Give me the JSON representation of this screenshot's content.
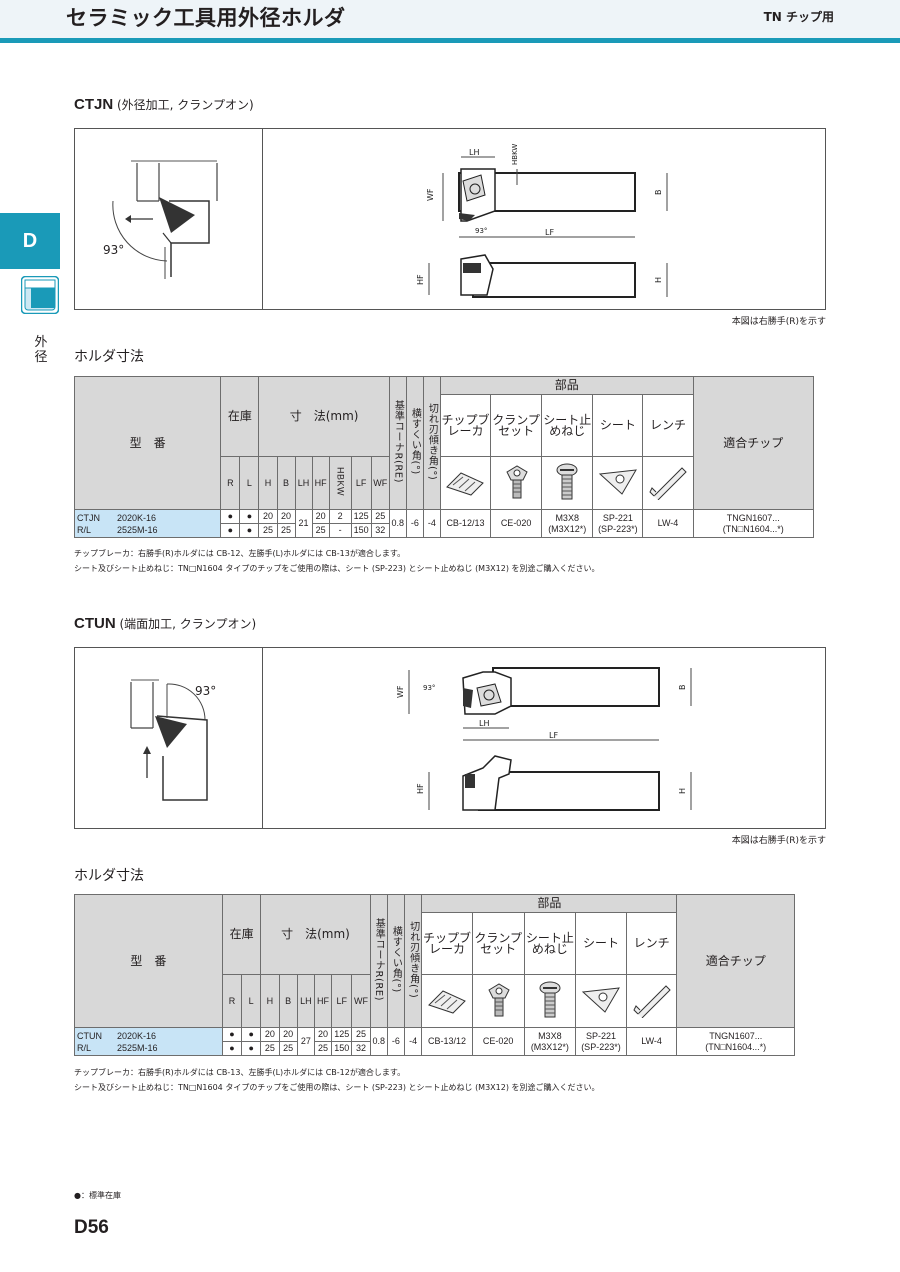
{
  "header": {
    "title": "セラミック工具用外径ホルダ",
    "right": "TN チップ用"
  },
  "side": {
    "tab": "D",
    "vertical": [
      "外",
      "径"
    ]
  },
  "section1": {
    "code": "CTJN",
    "desc": "(外径加工, クランプオン)",
    "angle": "93°",
    "dims": {
      "lh": "LH",
      "hbkw": "HBKW",
      "wf": "WF",
      "b": "B",
      "lf": "LF",
      "hf": "HF",
      "h": "H",
      "angle": "93°"
    },
    "note": "本図は右勝手(R)を示す",
    "table_title": "ホルダ寸法",
    "headers": {
      "model": "型　番",
      "stock": "在庫",
      "dims": "寸　法(mm)",
      "re": "基準コーナR(RE)",
      "rake": "横すくい角(°)",
      "incl": "切れ刃傾き角(°)",
      "parts": "部品",
      "chipbreaker": "チップブレーカ",
      "clamp": "クランプセット",
      "screw": "シート止めねじ",
      "seat": "シート",
      "wrench": "レンチ",
      "insert": "適合チップ"
    },
    "cols": [
      "R",
      "L",
      "H",
      "B",
      "LH",
      "HF",
      "HBKW",
      "LF",
      "WF"
    ],
    "prefix": "CTJN R/L",
    "rows": [
      {
        "suffix": "2020K-16",
        "R": "●",
        "L": "●",
        "H": "20",
        "B": "20",
        "HF": "20",
        "HBKW": "2",
        "LF": "125",
        "WF": "25"
      },
      {
        "suffix": "2525M-16",
        "R": "●",
        "L": "●",
        "H": "25",
        "B": "25",
        "HF": "25",
        "HBKW": "-",
        "LF": "150",
        "WF": "32"
      }
    ],
    "shared": {
      "LH": "21",
      "RE": "0.8",
      "rake": "-6",
      "incl": "-4",
      "chipbreaker": "CB-12/13",
      "clamp": "CE-020",
      "screw": [
        "M3X8",
        "(M3X12*)"
      ],
      "seat": [
        "SP-221",
        "(SP-223*)"
      ],
      "wrench": "LW-4",
      "insert": [
        "TNGN1607...",
        "(TN□N1604...*)"
      ]
    },
    "notes": [
      "チップブレーカ：右勝手(R)ホルダには CB-12、左勝手(L)ホルダには CB-13が適合します。",
      "シート及びシート止めねじ：TN□N1604 タイプのチップをご使用の際は、シート (SP-223) とシート止めねじ (M3X12) を別途ご購入ください。"
    ]
  },
  "section2": {
    "code": "CTUN",
    "desc": "(端面加工, クランプオン)",
    "angle": "93°",
    "dims": {
      "wf": "WF",
      "angle": "93°",
      "b": "B",
      "lh": "LH",
      "lf": "LF",
      "hf": "HF",
      "h": "H"
    },
    "note": "本図は右勝手(R)を示す",
    "table_title": "ホルダ寸法",
    "headers": {
      "model": "型　番",
      "stock": "在庫",
      "dims": "寸　法(mm)",
      "re": "基準コーナR(RE)",
      "rake": "横すくい角(°)",
      "incl": "切れ刃傾き角(°)",
      "parts": "部品",
      "chipbreaker": "チップブレーカ",
      "clamp": "クランプセット",
      "screw": "シート止めねじ",
      "seat": "シート",
      "wrench": "レンチ",
      "insert": "適合チップ"
    },
    "cols": [
      "R",
      "L",
      "H",
      "B",
      "LH",
      "HF",
      "LF",
      "WF"
    ],
    "prefix": "CTUN R/L",
    "rows": [
      {
        "suffix": "2020K-16",
        "R": "●",
        "L": "●",
        "H": "20",
        "B": "20",
        "HF": "20",
        "LF": "125",
        "WF": "25"
      },
      {
        "suffix": "2525M-16",
        "R": "●",
        "L": "●",
        "H": "25",
        "B": "25",
        "HF": "25",
        "LF": "150",
        "WF": "32"
      }
    ],
    "shared": {
      "LH": "27",
      "RE": "0.8",
      "rake": "-6",
      "incl": "-4",
      "chipbreaker": "CB-13/12",
      "clamp": "CE-020",
      "screw": [
        "M3X8",
        "(M3X12*)"
      ],
      "seat": [
        "SP-221",
        "(SP-223*)"
      ],
      "wrench": "LW-4",
      "insert": [
        "TNGN1607...",
        "(TN□N1604...*)"
      ]
    },
    "notes": [
      "チップブレーカ：右勝手(R)ホルダには CB-13、左勝手(L)ホルダには CB-12が適合します。",
      "シート及びシート止めねじ：TN□N1604 タイプのチップをご使用の際は、シート (SP-223) とシート止めねじ (M3X12) を別途ご購入ください。"
    ]
  },
  "footer": {
    "legend": "●：標準在庫",
    "page": "D56"
  },
  "colors": {
    "accent": "#1a9ab8",
    "model_cell": "#c8e4f6",
    "header_cell": "#d8d8d8"
  }
}
